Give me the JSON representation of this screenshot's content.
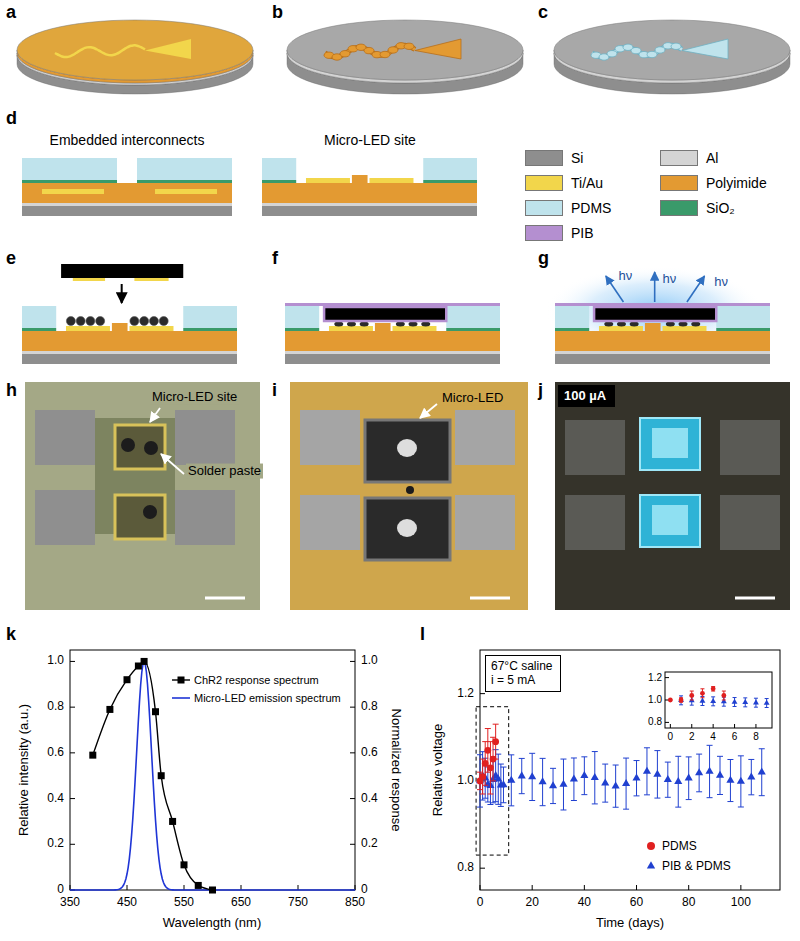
{
  "diagram": {
    "nodes": [
      {
        "text": [
          "100 µA"
        ]
      },
      {
        "text": [
          "67°C saline",
          "i = 5 mA"
        ]
      }
    ],
    "labels": [
      "a",
      "b",
      "c",
      "d",
      "Embedded interconnects",
      "Micro-LED site",
      "e",
      "f",
      "g",
      "hν",
      "hν",
      "hν",
      "h",
      "i",
      "j",
      "Micro-LED site",
      "Solder paste",
      "Micro-LED",
      "k",
      "l",
      "350",
      "450",
      "550",
      "650",
      "750",
      "850",
      "0",
      "0.2",
      "0.4",
      "0.6",
      "0.8",
      "1.0",
      "0",
      "0.2",
      "0.4",
      "0.6",
      "0.8",
      "1.0",
      "Wavelength (nm)",
      "Relative intensity (a.u.)",
      "Normalized response",
      "0.8",
      "1.0",
      "1.2",
      "0",
      "20",
      "40",
      "60",
      "80",
      "100",
      "Time (days)",
      "Relative voltage",
      "0",
      "2",
      "4",
      "6",
      "8",
      "0.8",
      "1.0",
      "1.2"
    ],
    "legend": [
      {
        "text": "Si",
        "color": "#8e8e8e"
      },
      {
        "text": "Al",
        "color": "#d4d4d4"
      },
      {
        "text": "Ti/Au",
        "color": "#f2d64b"
      },
      {
        "text": "Polyimide",
        "color": "#e39a32"
      },
      {
        "text": "PDMS",
        "color": "#bfe3ec"
      },
      {
        "text": "SiO₂",
        "color": "#3a9a6a"
      },
      {
        "text": "PIB",
        "color": "#b48fd0"
      },
      {
        "text": "ChR2 response spectrum"
      },
      {
        "text": "Micro-LED emission spectrum"
      },
      {
        "text": "PDMS"
      },
      {
        "text": "PIB & PDMS"
      }
    ]
  }
}
